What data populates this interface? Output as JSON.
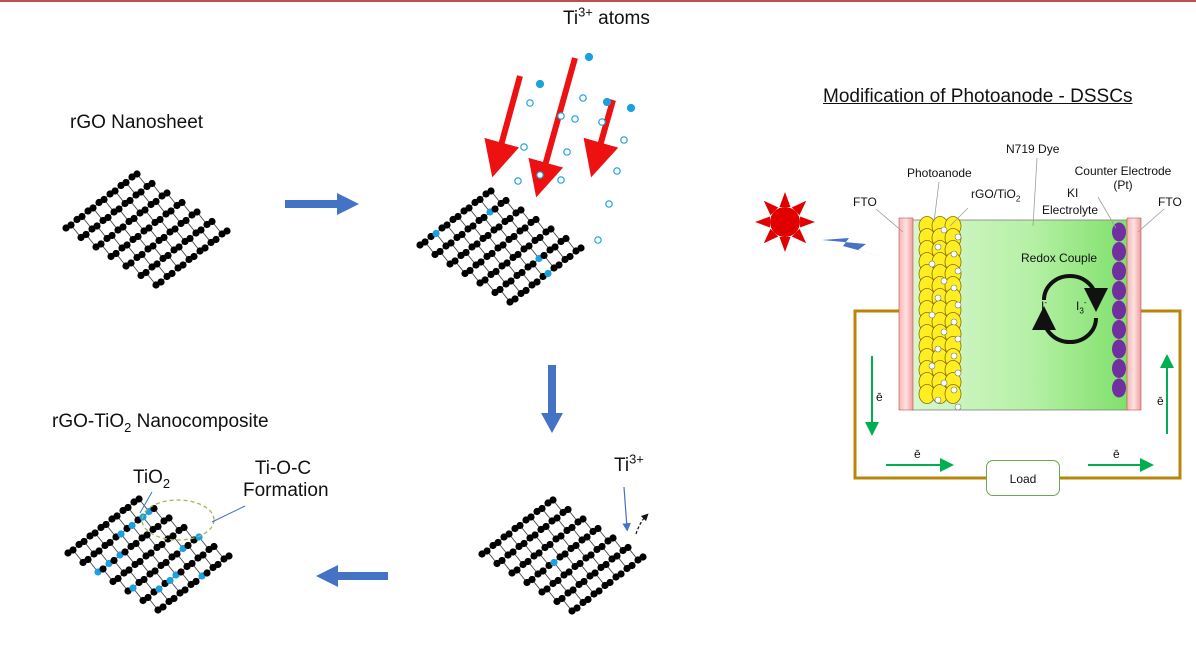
{
  "labels": {
    "ti3_atoms": "Ti",
    "ti3_atoms_sup": "3+",
    "ti3_atoms_tail": " atoms",
    "rgo_nanosheet": "rGO Nanosheet",
    "composite_pre": "rGO-TiO",
    "composite_sub": "2",
    "composite_post": " Nanocomposite",
    "tio2": "TiO",
    "tio2_sub": "2",
    "tioc_line1": "Ti-O-C",
    "tioc_line2": "Formation",
    "ti3_single": "Ti",
    "ti3_single_sup": "3+"
  },
  "dssc": {
    "title": "Modification of Photoanode - DSSCs",
    "fto_left": "FTO",
    "fto_right": "FTO",
    "photoanode": "Photoanode",
    "rgo_tio2": "rGO/TiO",
    "rgo_tio2_sub": "2",
    "n719": "N719 Dye",
    "counter_line1": "Counter Electrode",
    "counter_line2": "(Pt)",
    "ki": "KI",
    "electrolyte": "Electrolyte",
    "redox": "Redox Couple",
    "iodide": "I",
    "iodide_sup": "-",
    "triiodide": "I",
    "triiodide_sub": "3",
    "triiodide_sup": "-",
    "load": "Load",
    "electron": "ē"
  },
  "colors": {
    "arrow_blue": "#4472c4",
    "ray_red": "#ee1111",
    "ti_cyan": "#1ba1e2",
    "fto_pink": "#f4a6a6",
    "electrolyte_green": "#b6f0a6",
    "particle_yellow": "#ffee22",
    "pt_purple": "#7030a0",
    "wire_gold": "#b8860b",
    "electron_green": "#00b050",
    "sun_red": "#e00000"
  }
}
